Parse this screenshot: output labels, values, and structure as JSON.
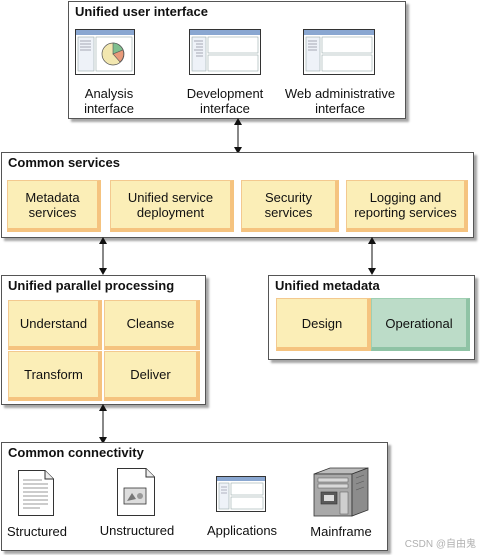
{
  "unified_ui": {
    "title": "Unified user interface",
    "items": [
      {
        "label": "Analysis\ninterface"
      },
      {
        "label": "Development\ninterface"
      },
      {
        "label": "Web administrative\ninterface"
      }
    ]
  },
  "common_services": {
    "title": "Common services",
    "boxes": [
      {
        "label": "Metadata\nservices"
      },
      {
        "label": "Unified service\ndeployment"
      },
      {
        "label": "Security\nservices"
      },
      {
        "label": "Logging and\nreporting services"
      }
    ]
  },
  "parallel_processing": {
    "title": "Unified parallel processing",
    "boxes": [
      {
        "label": "Understand"
      },
      {
        "label": "Cleanse"
      },
      {
        "label": "Transform"
      },
      {
        "label": "Deliver"
      }
    ]
  },
  "metadata": {
    "title": "Unified metadata",
    "boxes": [
      {
        "label": "Design"
      },
      {
        "label": "Operational"
      }
    ]
  },
  "connectivity": {
    "title": "Common connectivity",
    "items": [
      {
        "label": "Structured"
      },
      {
        "label": "Unstructured"
      },
      {
        "label": "Applications"
      },
      {
        "label": "Mainframe"
      }
    ]
  },
  "watermark": "CSDN @自由鬼",
  "colors": {
    "box_fill": "#fbeeb7",
    "box_shadow": "#f5c37f",
    "green_fill": "#bcdcc8",
    "panel_border": "#555555"
  },
  "icons": [
    "window-chart-icon",
    "window-tree-icon",
    "window-admin-icon",
    "document-icon",
    "unstructured-document-icon",
    "application-window-icon",
    "mainframe-icon"
  ]
}
